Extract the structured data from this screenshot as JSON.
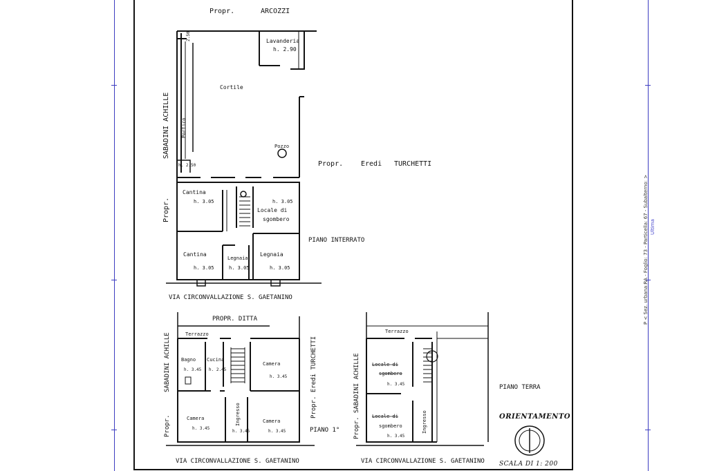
{
  "plan": {
    "top_owner_prefix": "Propr.",
    "top_owner_name": "ARCOZZI",
    "left_owner": "SABADINI ACHILLE",
    "right_owner_prefix": "Propr.",
    "right_owner_heirs": "Eredi",
    "right_owner_name": "TURCHETTI",
    "left_propr": "Propr.",
    "cortile": "Cortile",
    "portico": "Portico",
    "pozzo": "Pozzo",
    "lavanderia": "Lavanderia",
    "lavanderia_h": "h. 2.90",
    "small_h": "h. 2.50",
    "small_h_top": "2.50",
    "cantina": "Cantina",
    "cantina_h": "h. 3.05",
    "locale_line1": "Locale di",
    "locale_line2": "sgombero",
    "locale_h": "h. 3.05",
    "legnaia": "Legnaia",
    "legnaia_h": "h. 3.05",
    "basement_title": "PIANO INTERRATO",
    "street": "VIA CIRCONVALLAZIONE  S. GAETANINO"
  },
  "first_floor": {
    "propr_ditta": "PROPR. DITTA",
    "terrazzo": "Terrazzo",
    "bagno": "Bagno",
    "bagno_h": "h. 3.45",
    "cucina": "Cucina",
    "cucina_h": "h. 2.45",
    "camera": "Camera",
    "camera_h": "h. 3.45",
    "ingresso": "Ingresso",
    "ingresso_h": "h. 3.45",
    "left_owner": "SABADINI ACHILLE",
    "left_propr": "Propr.",
    "right_owner": "Propr. Eredi TURCHETTI",
    "title": "PIANO 1°",
    "street": "VIA CIRCONVALLAZIONE  S. GAETANINO"
  },
  "ground_floor": {
    "terrazzo": "Terrazzo",
    "locale_line1": "Locale di",
    "locale_line2": "sgombero",
    "locale_h": "h. 3.45",
    "ingresso": "Ingresso",
    "left_owner": "Propr. SABADINI ACHILLE",
    "title": "PIANO TERRA",
    "street": "VIA CIRCONVALLAZIONE  S. GAETANINO"
  },
  "legend": {
    "orientation": "ORIENTAMENTO",
    "scale": "SCALA DI 1: 200"
  },
  "side": {
    "stamp": "P < Sez. urbana:RA - Foglio: 73 - Particella: 67 - Subalterno: >",
    "tab": "Ultima"
  }
}
